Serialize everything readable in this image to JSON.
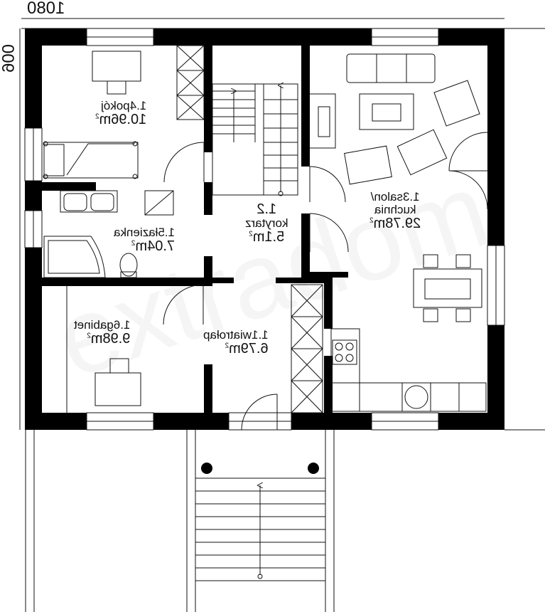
{
  "dimensions": {
    "width_label": "1080",
    "depth_label": "900"
  },
  "watermark": "extradom",
  "rooms": [
    {
      "id": "1.1",
      "name": "1.1 wiatrołap",
      "area": "6.79m²"
    },
    {
      "id": "1.2",
      "name": "1.2 korytarz",
      "area": "5.1m²"
    },
    {
      "id": "1.3",
      "name": "1.3 salon/ kuchnia",
      "area": "29.78m²"
    },
    {
      "id": "1.4",
      "name": "1.4 pokój",
      "area": "10.96m²"
    },
    {
      "id": "1.5",
      "name": "1.5 łazienka",
      "area": "7.04m²"
    },
    {
      "id": "1.6",
      "name": "1.6 gabinet",
      "area": "9.98m²"
    }
  ],
  "labels": {
    "r11_name": "1.1wiatrołap",
    "r11_area": "6.79m",
    "r11_sup": "2",
    "r12_num": "1.2",
    "r12_name": "korytarz",
    "r12_area": "5.1m",
    "r12_sup": "2",
    "r13_name1": "1.3salon/",
    "r13_name2": "kuchnia",
    "r13_area": "29.78m",
    "r13_sup": "2",
    "r14_name": "1.4pokój",
    "r14_area": "10.96m",
    "r14_sup": "2",
    "r15_name": "1.5łazienka",
    "r15_area": "7.04m",
    "r15_sup": "2",
    "r16_name": "1.6gabinet",
    "r16_area": "9.98m",
    "r16_sup": "2"
  },
  "colors": {
    "wall": "#000000",
    "line": "#111111",
    "background": "#ffffff"
  }
}
